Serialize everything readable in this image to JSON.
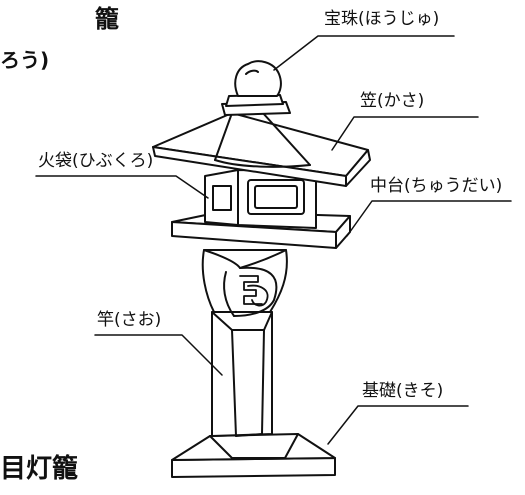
{
  "heading": {
    "title_top": "籠",
    "subtitle_top": "ろう)",
    "title_bottom": "目灯籠"
  },
  "labels": {
    "houju": "宝珠(ほうじゅ)",
    "kasa": "笠(かさ)",
    "hibukuro": "火袋(ひぶくろ)",
    "chudai": "中台(ちゅうだい)",
    "sao": "竿(さお)",
    "kiso": "基礎(きそ)"
  },
  "colors": {
    "line": "#111111",
    "background": "#ffffff"
  }
}
